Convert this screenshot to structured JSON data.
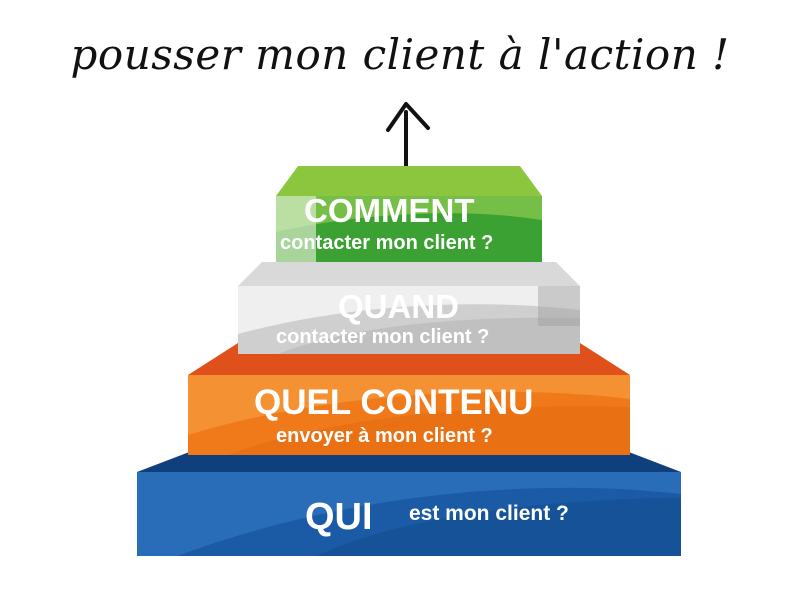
{
  "headline": "pousser mon client à l'action !",
  "steps": {
    "qui": {
      "title": "QUI",
      "subtitle": "est mon client ?"
    },
    "quel_contenu": {
      "title": "QUEL CONTENU",
      "subtitle": "envoyer à mon client ?"
    },
    "quand": {
      "title": "QUAND",
      "subtitle": "contacter mon client ?"
    },
    "comment": {
      "title": "COMMENT",
      "subtitle": "contacter mon client ?"
    }
  },
  "colors": {
    "qui": "#1b5aa5",
    "quel_contenu": "#f07a1a",
    "quand": "#c9c9c9",
    "comment": "#3aa132",
    "arrow": "#111111"
  }
}
